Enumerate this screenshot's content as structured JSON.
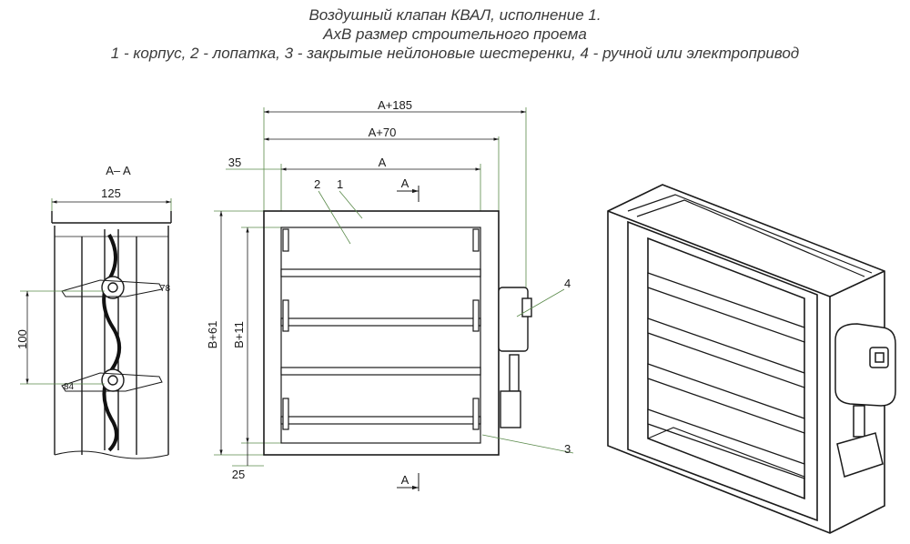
{
  "caption": {
    "line1": "Воздушный клапан КВАЛ, исполнение 1.",
    "line2": "AxB размер строительного проема",
    "line3": "1 - корпус, 2 - лопатка, 3 - закрытые нейлоновые шестеренки, 4 - ручной или электропривод"
  },
  "section_view": {
    "title": "A– A",
    "width_dim": "125",
    "pitch_dim": "100",
    "angle_top": "78",
    "angle_bottom": "84"
  },
  "front_view": {
    "dim_total_width": "A+185",
    "dim_flange_width": "A+70",
    "dim_opening_width": "A",
    "dim_offset_left": "35",
    "dim_total_height": "B+61",
    "dim_flange_height": "B+11",
    "dim_offset_bottom": "25",
    "section_mark_top": "A",
    "section_mark_bottom": "A",
    "callouts": [
      "1",
      "2",
      "3",
      "4"
    ]
  },
  "colors": {
    "line": "#1a1a1a",
    "dimension": "#5a8a4a",
    "caption_text": "#3a3a3a"
  }
}
